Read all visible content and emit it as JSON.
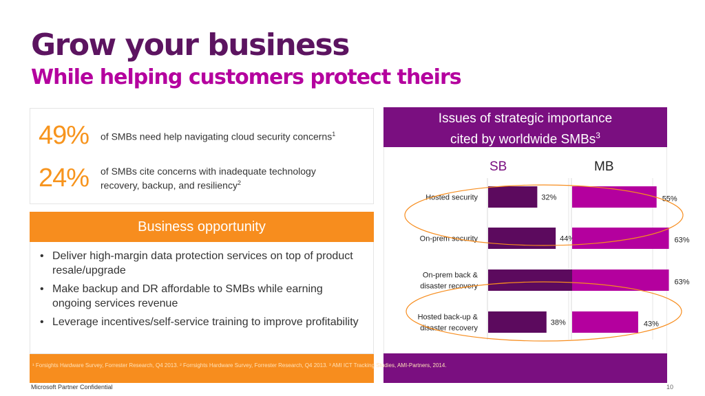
{
  "slide": {
    "title": "Grow your business",
    "subtitle": "While helping customers protect theirs"
  },
  "stats": [
    {
      "value": "49%",
      "text": "of SMBs need help navigating cloud security concerns",
      "ref": "1"
    },
    {
      "value": "24%",
      "text": "of SMBs cite concerns with inadequate technology recovery, backup, and resiliency",
      "ref": "2"
    }
  ],
  "opportunity": {
    "header": "Business opportunity",
    "bullets": [
      "Deliver high-margin data protection services on top of product resale/upgrade",
      "Make backup and DR affordable to SMBs while earning ongoing services revenue",
      "Leverage incentives/self-service training to improve profitability"
    ]
  },
  "chart_header": {
    "line1": "Issues of strategic importance",
    "line2": "cited by worldwide SMBs",
    "ref": "3"
  },
  "chart_data": {
    "type": "bar",
    "orientation": "horizontal",
    "title": "",
    "categories": [
      "Hosted security",
      "On-prem security",
      "On-prem back & disaster recovery",
      "Hosted back-up & disaster recovery"
    ],
    "category_lines": [
      [
        "Hosted security"
      ],
      [
        "On-prem security"
      ],
      [
        "On-prem back &",
        "disaster recovery"
      ],
      [
        "Hosted back-up &",
        "disaster recovery"
      ]
    ],
    "series": [
      {
        "name": "SB",
        "values": [
          32,
          44,
          60,
          38
        ],
        "color": "#5c0a5e"
      },
      {
        "name": "MB",
        "values": [
          55,
          63,
          63,
          43
        ],
        "color": "#b4009e"
      }
    ],
    "unit": "%",
    "xlim": [
      0,
      65
    ],
    "highlight_color": "#f78d1e"
  },
  "footer": {
    "footnotes": "¹ Forsights Hardware Survey, Forrester Research, Q4 2013. ² Forrsights Hardware Survey, Forrester Research, Q4 2013. ³ AMI ICT Tracking Studies, AMI-Partners, 2014.",
    "confidential": "Microsoft Partner Confidential",
    "page_number": "10"
  },
  "colors": {
    "title": "#5c1460",
    "subtitle": "#b4009e",
    "accent_orange": "#f78d1e",
    "accent_purple": "#7a0f80"
  }
}
